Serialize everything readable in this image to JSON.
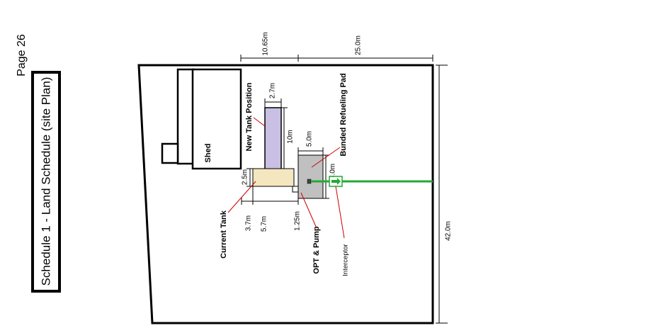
{
  "page": {
    "label": "Page 26"
  },
  "title": "Schedule 1 -  Land Schedule (site Plan)",
  "labels": {
    "shed": "Shed",
    "new_tank": "New Tank Position",
    "bunded_pad": "Bunded Refueling Pad",
    "current_tank": "Current Tank",
    "opt_pump": "OPT & Pump",
    "interceptor": "Interceptor"
  },
  "dimensions": {
    "top_left": "10.65m",
    "top_right": "25.0m",
    "right_side": "42.0m",
    "new_tank_width": "2.7m",
    "new_tank_length": "10m",
    "pad_width": "5.0m",
    "pad_length": "8.0m",
    "current_tank_width": "2.5m",
    "current_tank_3_7": "3.7m",
    "current_tank_5_7": "5.7m",
    "pump_offset": "1.25m"
  },
  "colors": {
    "new_tank_fill": "#c9c0e4",
    "current_tank_fill": "#f4e6bf",
    "pad_fill": "#c0c0c0",
    "pipe": "#22aa33",
    "leader": "#cc0000"
  }
}
